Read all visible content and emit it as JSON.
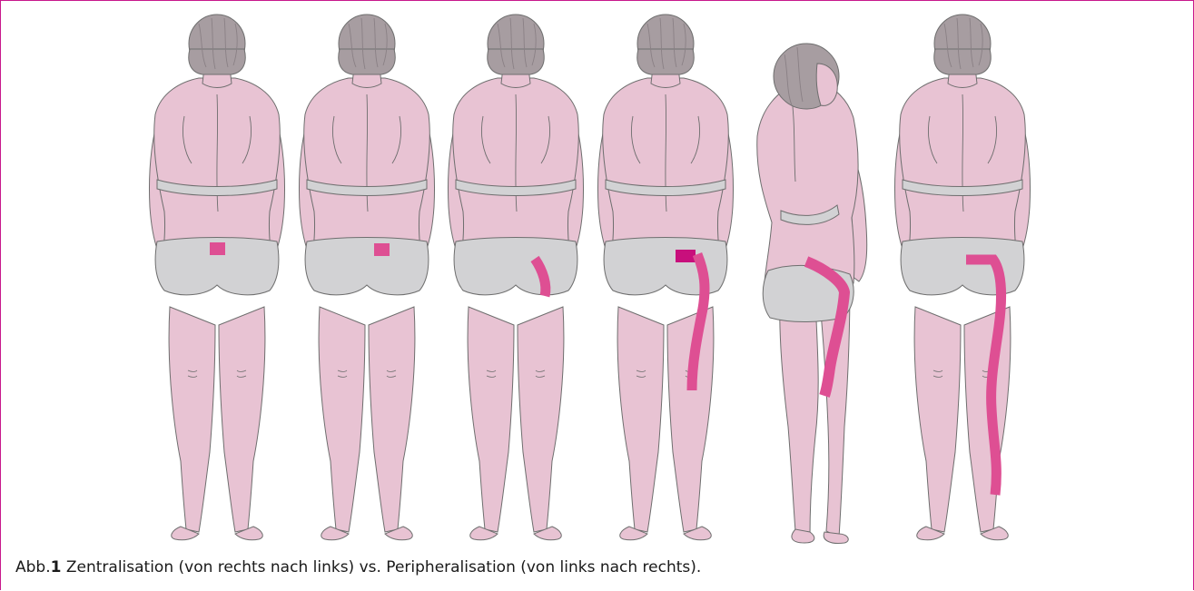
{
  "figure": {
    "caption_prefix": "Abb.",
    "caption_number": "1",
    "caption_text": " Zentralisation (von rechts nach links) vs. Peripheralisation (von links nach rechts).",
    "colors": {
      "skin": "#e8c3d3",
      "skin_outline": "#6e6e6e",
      "hair": "#a79da1",
      "underwear": "#d2d2d4",
      "pain": "#de4f93",
      "pain_dark": "#c80f7c",
      "border": "#c8188c"
    },
    "figures": [
      {
        "id": "stage-1",
        "pain": "central-square"
      },
      {
        "id": "stage-2",
        "pain": "central-square"
      },
      {
        "id": "stage-3",
        "pain": "buttock"
      },
      {
        "id": "stage-4",
        "pain": "thigh"
      },
      {
        "id": "stage-5",
        "pain": "thigh-side-view"
      },
      {
        "id": "stage-6",
        "pain": "full-leg"
      }
    ]
  }
}
